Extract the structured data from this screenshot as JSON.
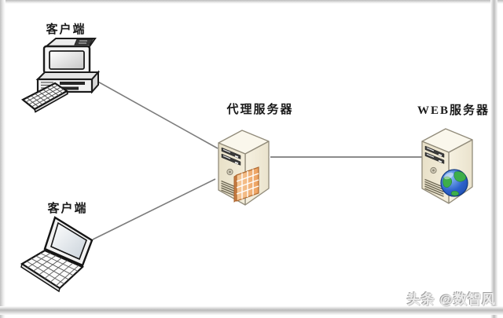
{
  "diagram": {
    "nodes": [
      {
        "id": "client-top",
        "label": "客户端",
        "device": "desktop-computer"
      },
      {
        "id": "client-bottom",
        "label": "客户端",
        "device": "laptop"
      },
      {
        "id": "proxy-server",
        "label": "代理服务器",
        "device": "tower-server-with-firewall"
      },
      {
        "id": "web-server",
        "label": "WEB服务器",
        "device": "tower-server-with-globe"
      }
    ],
    "connections": [
      {
        "from": "client-top",
        "to": "proxy-server"
      },
      {
        "from": "client-bottom",
        "to": "proxy-server"
      },
      {
        "from": "proxy-server",
        "to": "web-server"
      }
    ]
  },
  "watermark": {
    "text": "头条 @数智风"
  },
  "colors": {
    "background": "#ffffff",
    "connection_line": "#7c7c7c",
    "label_text": "#1a1a1a",
    "server_front": "#efe8d4",
    "server_side": "#f5f0e0",
    "server_top": "#faf7ec",
    "firewall_brick": "#f0b27c",
    "firewall_shade": "#c87c42",
    "globe_ocean": "#2d62cc",
    "globe_land": "#3dae4a",
    "watermark_gray": "#bfbfbf",
    "frame_border": "#c0c0c0"
  }
}
